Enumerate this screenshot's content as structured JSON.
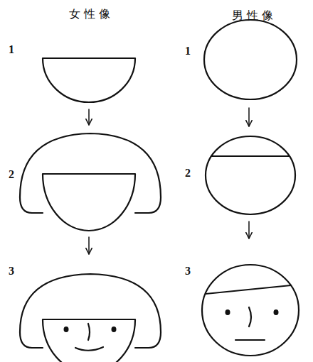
{
  "diagram": {
    "labels": [
      "女性像",
      "男性像",
      "1",
      "2",
      "3",
      "1",
      "2",
      "3"
    ]
  }
}
